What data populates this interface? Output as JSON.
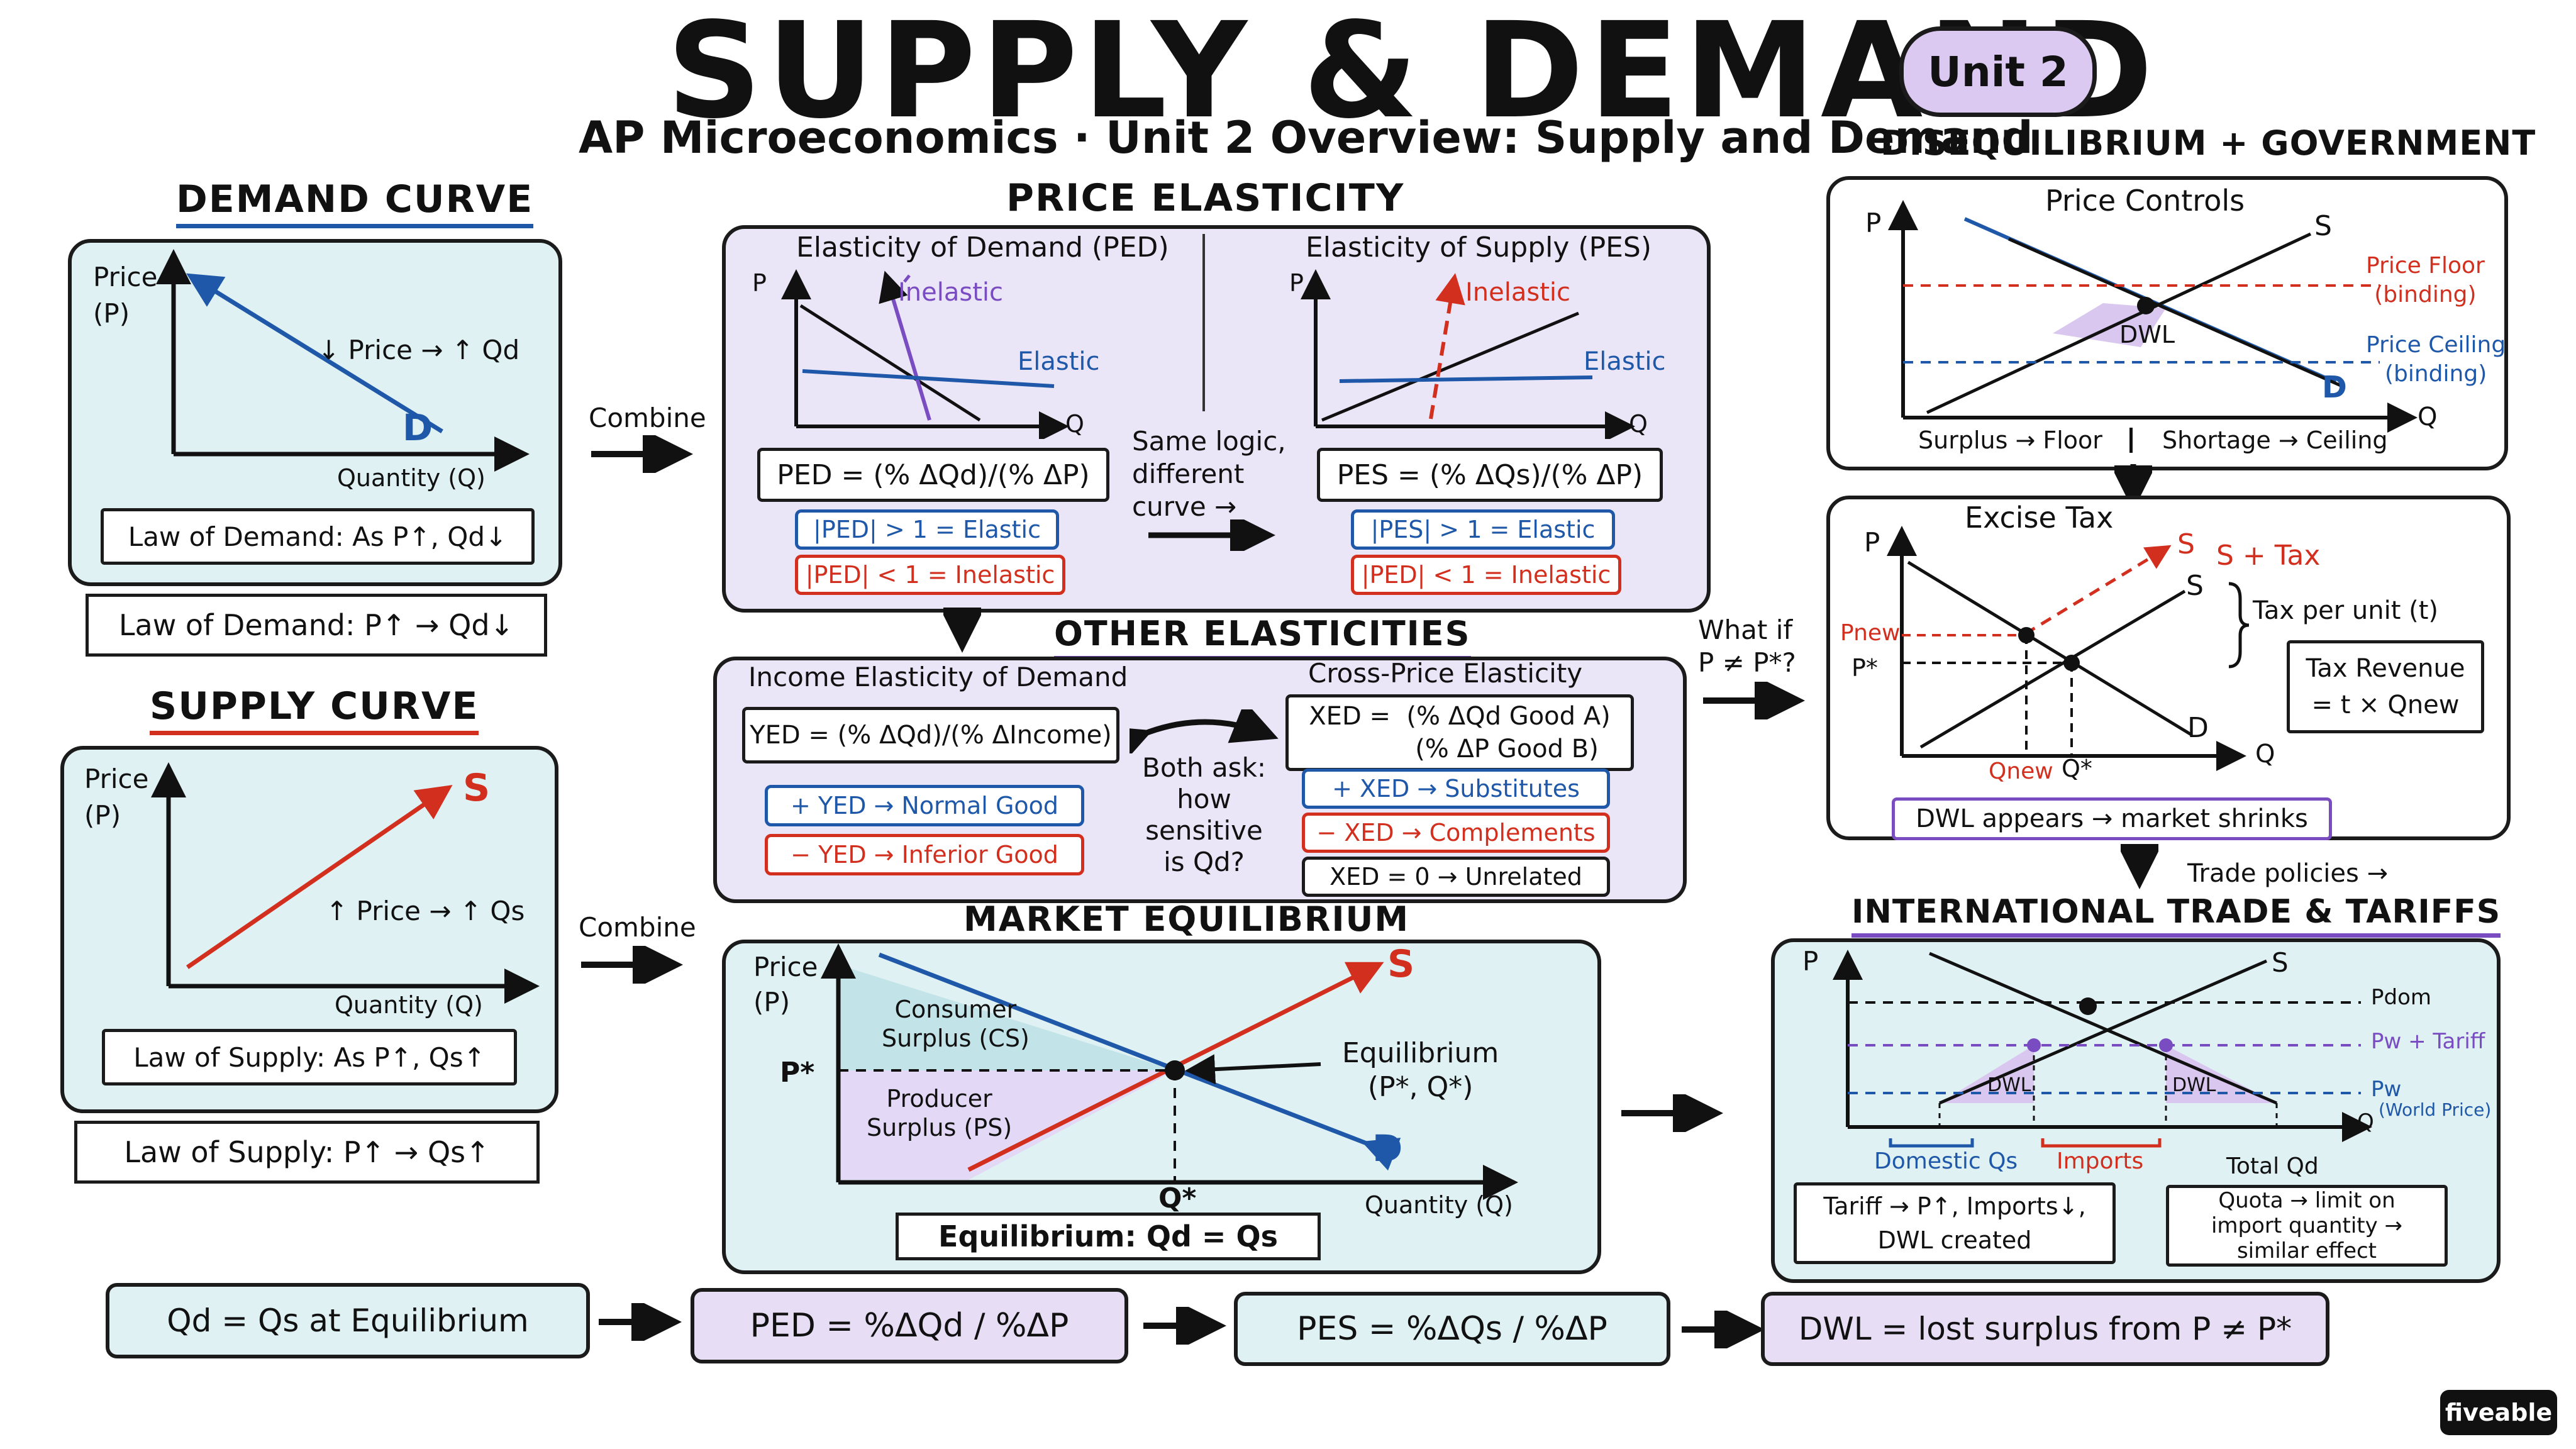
{
  "header": {
    "title": "SUPPLY & DEMAND",
    "badge": "Unit 2",
    "subtitle": "AP Microeconomics · Unit 2 Overview: Supply and Demand"
  },
  "demand": {
    "title": "DEMAND CURVE",
    "y_axis": "Price\n(P)",
    "x_axis": "Quantity (Q)",
    "curve_label": "D",
    "effect": "↓ Price → ↑ Qd",
    "law_banner": "Law of Demand: As P↑, Qd↓",
    "law_box": "Law of Demand: P↑ → Qd↓"
  },
  "supply": {
    "title": "SUPPLY CURVE",
    "y_axis": "Price\n(P)",
    "x_axis": "Quantity (Q)",
    "curve_label": "S",
    "effect": "↑ Price → ↑ Qs",
    "law_banner": "Law of Supply: As P↑, Qs↑",
    "law_box": "Law of Supply: P↑ → Qs↑"
  },
  "connectors": {
    "combine_top": "Combine",
    "combine_bottom": "Combine",
    "same_logic": "Same logic,\ndifferent\ncurve →",
    "what_if": "What if\nP ≠ P*?",
    "trade_policies": "Trade policies →"
  },
  "elasticity": {
    "title": "PRICE ELASTICITY",
    "ped_title": "Elasticity of Demand (PED)",
    "pes_title": "Elasticity of Supply (PES)",
    "inelastic": "Inelastic",
    "elastic": "Elastic",
    "axis_p": "P",
    "axis_q": "Q",
    "ped_formula": "PED = (% ΔQd)/(% ΔP)",
    "pes_formula": "PES = (% ΔQs)/(% ΔP)",
    "ped_elastic": "|PED| > 1 = Elastic",
    "ped_inelastic": "|PED| < 1 = Inelastic",
    "pes_elastic": "|PES| > 1 = Elastic",
    "pes_inelastic": "|PED| < 1 = Inelastic"
  },
  "other": {
    "title": "OTHER ELASTICITIES",
    "income_title": "Income Elasticity of Demand",
    "cross_title": "Cross-Price Elasticity",
    "yed_formula": "YED = (% ΔQd)/(% ΔIncome)",
    "xed_formula_top": "XED =  (% ΔQd Good A)",
    "xed_formula_bottom": "(% ΔP Good B)",
    "yed_pos": "+ YED → Normal Good",
    "yed_neg": "− YED → Inferior Good",
    "both_ask": "Both ask:\nhow\nsensitive\nis Qd?",
    "xed_pos": "+ XED → Substitutes",
    "xed_neg": "− XED → Complements",
    "xed_zero": "XED = 0 → Unrelated"
  },
  "equilibrium": {
    "title": "MARKET EQUILIBRIUM",
    "y_axis": "Price\n(P)",
    "x_axis": "Quantity (Q)",
    "s_label": "S",
    "d_label": "D",
    "p_star": "P*",
    "q_star": "Q*",
    "cs": "Consumer\nSurplus (CS)",
    "ps": "Producer\nSurplus (PS)",
    "eq_label": "Equilibrium\n(P*, Q*)",
    "box": "Equilibrium:  Qd = Qs"
  },
  "diseq": {
    "title": "DISEQUILIBRIUM + GOVERNMENT",
    "controls_title": "Price Controls",
    "axis_p": "P",
    "axis_q": "Q",
    "s_label": "S",
    "d_label": "D",
    "dwl": "DWL",
    "floor": "Price Floor\n(binding)",
    "ceiling": "Price Ceiling\n(binding)",
    "caption_left": "Surplus → Floor",
    "caption_right": "Shortage → Ceiling",
    "tax_title": "Excise Tax",
    "s_tax": "S + Tax",
    "tax_per_unit": "Tax per unit (t)",
    "p_new": "Pnew",
    "p_star": "P*",
    "q_new": "Qnew",
    "q_star": "Q*",
    "tax_revenue": "Tax Revenue\n= t × Qnew",
    "dwl_box": "DWL appears → market shrinks"
  },
  "trade": {
    "title": "INTERNATIONAL TRADE & TARIFFS",
    "axis_p": "P",
    "axis_q": "Q",
    "s_label": "S",
    "p_dom": "Pdom",
    "pw_tariff": "Pw + Tariff",
    "pw": "Pw",
    "world_price": "(World Price)",
    "dwl": "DWL",
    "domestic_qs": "Domestic Qs",
    "imports": "Imports",
    "total_qd": "Total Qd",
    "tariff_box": "Tariff → P↑, Imports↓,\nDWL created",
    "quota_box": "Quota → limit on\nimport quantity →\nsimilar effect"
  },
  "footer": {
    "f1": "Qd = Qs at Equilibrium",
    "f2": "PED = %ΔQd / %ΔP",
    "f3": "PES = %ΔQs / %ΔP",
    "f4": "DWL = lost surplus from P ≠ P*",
    "brand": "fiveable"
  },
  "colors": {
    "blue": "#1f58a8",
    "red": "#d32f1e",
    "purple": "#7a4cc2",
    "panel_blue": "#dff1f3",
    "panel_purple": "#ebe6f7"
  }
}
